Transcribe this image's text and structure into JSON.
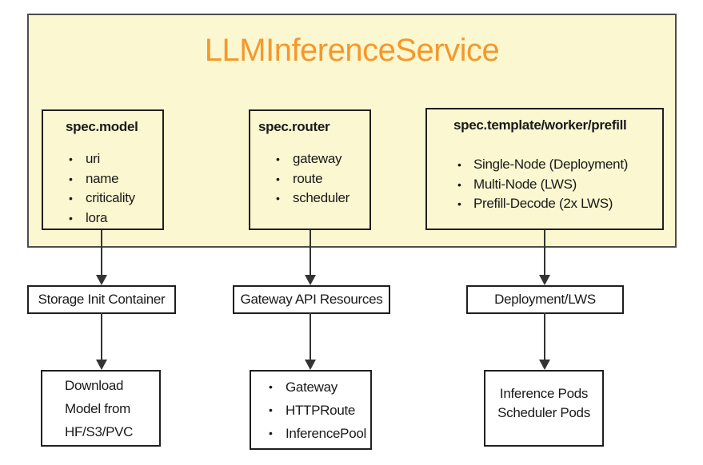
{
  "diagram": {
    "title": "LLMInferenceService",
    "colors": {
      "container_fill": "#FBF7D0",
      "container_border": "#4D4D4D",
      "inner_border": "#1F1F1F",
      "title_text": "#F5982B",
      "arrow": "#333333",
      "leaf_fill": "#FFFFFF"
    },
    "spec_boxes": [
      {
        "header": "spec.model",
        "items": [
          "uri",
          "name",
          "criticality",
          "lora"
        ]
      },
      {
        "header": "spec.router",
        "items": [
          "gateway",
          "route",
          "scheduler"
        ]
      },
      {
        "header": "spec.template/worker/prefill",
        "items": [
          "Single-Node (Deployment)",
          "Multi-Node (LWS)",
          "Prefill-Decode (2x LWS)"
        ]
      }
    ],
    "mid_boxes": [
      {
        "label": "Storage Init Container"
      },
      {
        "label": "Gateway API Resources"
      },
      {
        "label": "Deployment/LWS"
      }
    ],
    "bottom_boxes": [
      {
        "lines": [
          "Download",
          "Model from",
          "HF/S3/PVC"
        ]
      },
      {
        "items": [
          "Gateway",
          "HTTPRoute",
          "InferencePool"
        ]
      },
      {
        "lines": [
          "Inference Pods",
          "Scheduler Pods"
        ]
      }
    ]
  }
}
